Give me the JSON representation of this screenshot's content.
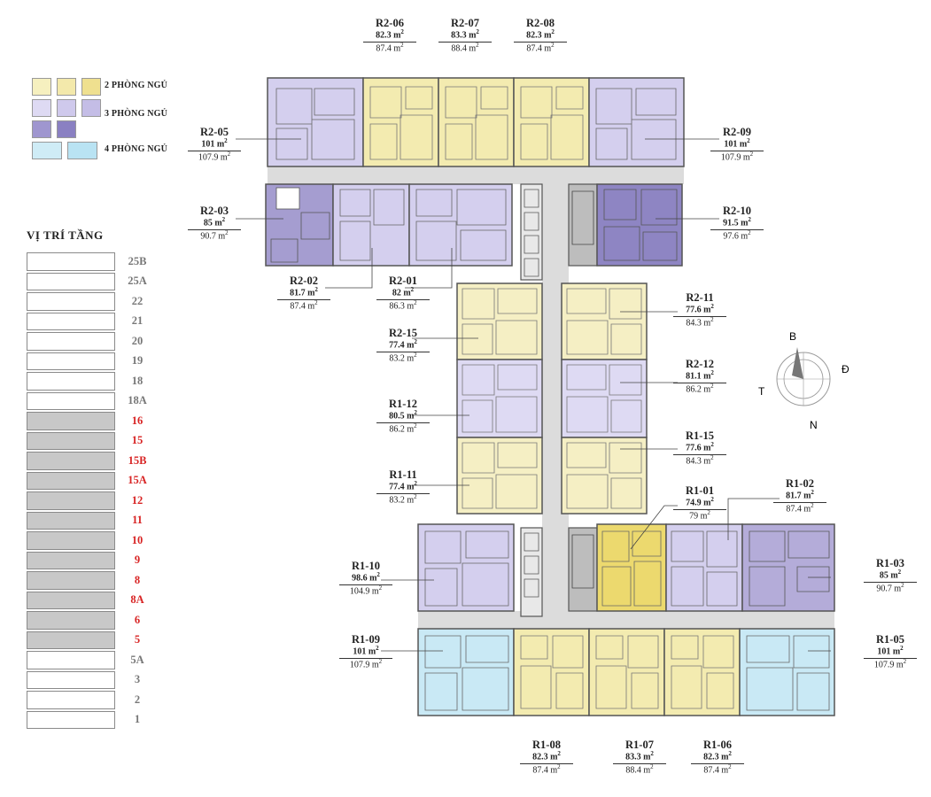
{
  "legend": [
    {
      "label": "2 PHÒNG NGỦ",
      "colors": [
        "#f6f0bf",
        "#f3e9ab",
        "#efe08f"
      ]
    },
    {
      "label": "3 PHÒNG NGỦ",
      "colors": [
        "#dedaf3",
        "#cfc9ec",
        "#c4bde6"
      ]
    },
    {
      "label": "",
      "colors": [
        "#9f96cf",
        "#8a80c2"
      ]
    },
    {
      "label": "4 PHÒNG NGỦ",
      "colors": [
        "#cfecf6",
        "#b9e3f3"
      ]
    }
  ],
  "floors": {
    "title": "VỊ TRÍ TẦNG",
    "items": [
      {
        "n": "25B",
        "on": false
      },
      {
        "n": "25A",
        "on": false
      },
      {
        "n": "22",
        "on": false
      },
      {
        "n": "21",
        "on": false
      },
      {
        "n": "20",
        "on": false
      },
      {
        "n": "19",
        "on": false
      },
      {
        "n": "18",
        "on": false
      },
      {
        "n": "18A",
        "on": false
      },
      {
        "n": "16",
        "on": true
      },
      {
        "n": "15",
        "on": true
      },
      {
        "n": "15B",
        "on": true
      },
      {
        "n": "15A",
        "on": true
      },
      {
        "n": "12",
        "on": true
      },
      {
        "n": "11",
        "on": true
      },
      {
        "n": "10",
        "on": true
      },
      {
        "n": "9",
        "on": true
      },
      {
        "n": "8",
        "on": true
      },
      {
        "n": "8A",
        "on": true
      },
      {
        "n": "6",
        "on": true
      },
      {
        "n": "5",
        "on": true
      },
      {
        "n": "5A",
        "on": false
      },
      {
        "n": "3",
        "on": false
      },
      {
        "n": "2",
        "on": false
      },
      {
        "n": "1",
        "on": false
      }
    ]
  },
  "compass": {
    "n": "B",
    "s": "N",
    "e": "Đ",
    "w": "T"
  },
  "units": [
    {
      "id": "R2-06",
      "a1": "82.3",
      "a2": "87.4",
      "color": "#f3ebb0"
    },
    {
      "id": "R2-07",
      "a1": "83.3",
      "a2": "88.4",
      "color": "#f3ebb0"
    },
    {
      "id": "R2-08",
      "a1": "82.3",
      "a2": "87.4",
      "color": "#f3ebb0"
    },
    {
      "id": "R2-05",
      "a1": "101",
      "a2": "107.9",
      "color": "#d4cfee"
    },
    {
      "id": "R2-09",
      "a1": "101",
      "a2": "107.9",
      "color": "#d4cfee"
    },
    {
      "id": "R2-03",
      "a1": "85",
      "a2": "90.7",
      "color": "#a59dd0"
    },
    {
      "id": "R2-10",
      "a1": "91.5",
      "a2": "97.6",
      "color": "#8e85c3"
    },
    {
      "id": "R2-02",
      "a1": "81.7",
      "a2": "87.4",
      "color": "#d4cfee"
    },
    {
      "id": "R2-01",
      "a1": "82",
      "a2": "86.3",
      "color": "#d4cfee"
    },
    {
      "id": "R2-11",
      "a1": "77.6",
      "a2": "84.3",
      "color": "#f5efc4"
    },
    {
      "id": "R2-15",
      "a1": "77.4",
      "a2": "83.2",
      "color": "#f5efc4"
    },
    {
      "id": "R2-12",
      "a1": "81.1",
      "a2": "86.2",
      "color": "#dedaf3"
    },
    {
      "id": "R1-12",
      "a1": "80.5",
      "a2": "86.2",
      "color": "#dedaf3"
    },
    {
      "id": "R1-15",
      "a1": "77.6",
      "a2": "84.3",
      "color": "#f5efc4"
    },
    {
      "id": "R1-11",
      "a1": "77.4",
      "a2": "83.2",
      "color": "#f5efc4"
    },
    {
      "id": "R1-01",
      "a1": "74.9",
      "a2": "79",
      "color": "#ecd96e"
    },
    {
      "id": "R1-02",
      "a1": "81.7",
      "a2": "87.4",
      "color": "#d4cfee"
    },
    {
      "id": "R1-10",
      "a1": "98.6",
      "a2": "104.9",
      "color": "#d4cfee"
    },
    {
      "id": "R1-03",
      "a1": "85",
      "a2": "90.7",
      "color": "#b4acd9"
    },
    {
      "id": "R1-09",
      "a1": "101",
      "a2": "107.9",
      "color": "#c9e9f5"
    },
    {
      "id": "R1-05",
      "a1": "101",
      "a2": "107.9",
      "color": "#c9e9f5"
    },
    {
      "id": "R1-08",
      "a1": "82.3",
      "a2": "87.4",
      "color": "#f3ebb0"
    },
    {
      "id": "R1-07",
      "a1": "83.3",
      "a2": "88.4",
      "color": "#f3ebb0"
    },
    {
      "id": "R1-06",
      "a1": "82.3",
      "a2": "87.4",
      "color": "#f3ebb0"
    }
  ],
  "unit_suffix": "m",
  "unit_exp": "2"
}
